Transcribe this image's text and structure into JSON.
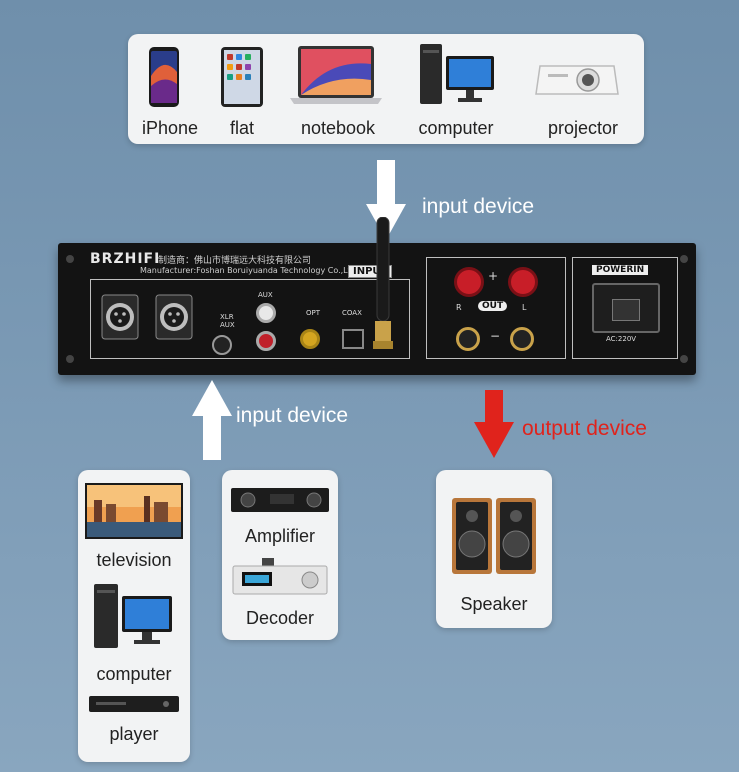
{
  "top_devices": [
    "iPhone",
    "flat",
    "notebook",
    "computer",
    "projector"
  ],
  "input_label_top": "input device",
  "input_label_bottom": "input device",
  "output_label": "output device",
  "left_devices": [
    "television",
    "computer",
    "player"
  ],
  "mid_devices": [
    "Amplifier",
    "Decoder"
  ],
  "right_devices": [
    "Speaker"
  ],
  "amp": {
    "brand": "BRZHIFI",
    "maker_cn": "制造商：佛山市博瑞远大科技有限公司",
    "maker_en": "Manufacturer:Foshan Boruiyuanda Technology Co.,Ltd",
    "input_label": "INPUT",
    "xlr": "XLR",
    "aux_small": "AUX",
    "aux": "AUX",
    "opt": "OPT",
    "coax": "COAX",
    "out": "OUT",
    "r": "R",
    "l": "L",
    "plus": "+",
    "minus": "−",
    "powerin": "POWERIN",
    "voltage": "AC:220V"
  },
  "colors": {
    "arrow_white": "#ffffff",
    "arrow_red": "#e0231c",
    "card": "#f2f3f4",
    "amp_panel": "#141414"
  }
}
